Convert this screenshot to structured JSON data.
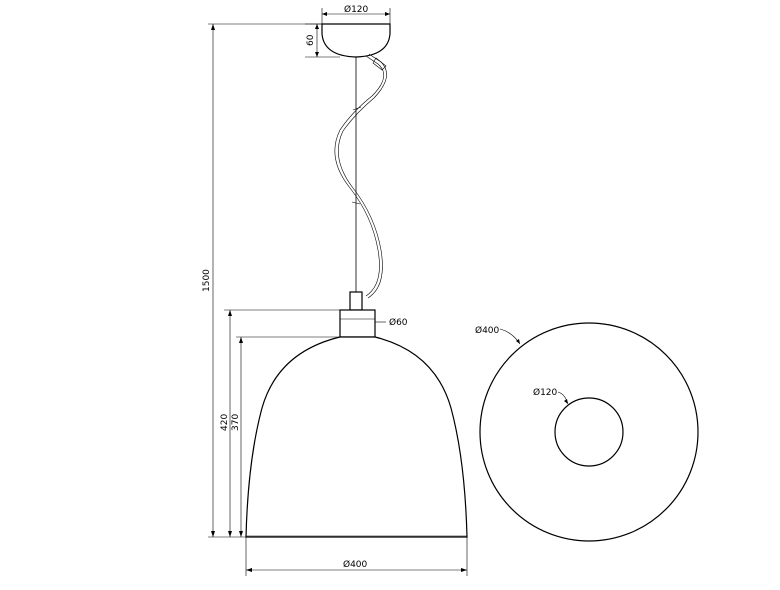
{
  "dimensions": {
    "canopy_diameter": "Ø120",
    "canopy_height": "60",
    "total_height": "1500",
    "socket_diameter": "Ø60",
    "shade_height_total": "420",
    "shade_height": "370",
    "shade_diameter_side": "Ø400",
    "shade_diameter_bottom": "Ø400",
    "bottom_hole_diameter": "Ø120"
  },
  "colors": {
    "line": "#000000",
    "background": "#ffffff"
  }
}
